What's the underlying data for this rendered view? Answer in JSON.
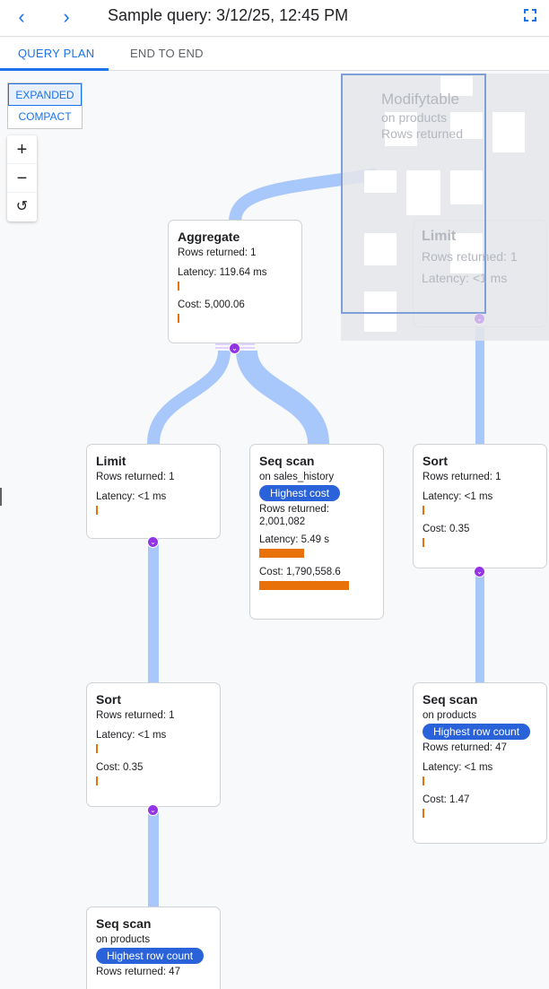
{
  "header": {
    "title": "Sample query: 3/12/25, 12:45 PM",
    "back_icon": "chevron-left-icon",
    "forward_icon": "chevron-right-icon",
    "fullscreen_icon": "fullscreen-icon"
  },
  "tabs": [
    {
      "label": "QUERY PLAN",
      "active": true
    },
    {
      "label": "END TO END",
      "active": false
    }
  ],
  "view_mode": {
    "options": [
      "EXPANDED",
      "COMPACT"
    ],
    "selected": "EXPANDED"
  },
  "zoom_controls": {
    "zoom_in": "+",
    "zoom_out": "−",
    "reset": "↺"
  },
  "colors": {
    "accent": "#1a73e8",
    "edge": "#a8c7fa",
    "bar": "#e8710a",
    "badge": "#2962d9",
    "expand": "#9334e6"
  },
  "ghost_nodes": {
    "modify": {
      "title": "Modifytable",
      "sub": "on products",
      "rows": "Rows returned"
    },
    "limit": {
      "title": "Limit",
      "rows": "Rows returned: 1",
      "latency": "Latency: <1 ms"
    }
  },
  "nodes": {
    "aggregate": {
      "title": "Aggregate",
      "rows": "Rows returned: 1",
      "latency": "Latency: 119.64 ms",
      "cost": "Cost: 5,000.06"
    },
    "limit": {
      "title": "Limit",
      "rows": "Rows returned: 1",
      "latency": "Latency: <1 ms"
    },
    "seq_sales": {
      "title": "Seq scan",
      "sub": "on sales_history",
      "badge": "Highest cost",
      "rows": "Rows returned:",
      "rows_value": "2,001,082",
      "latency": "Latency: 5.49 s",
      "cost": "Cost: 1,790,558.6"
    },
    "sort_right": {
      "title": "Sort",
      "rows": "Rows returned: 1",
      "latency": "Latency: <1 ms",
      "cost": "Cost: 0.35"
    },
    "sort_left": {
      "title": "Sort",
      "rows": "Rows returned: 1",
      "latency": "Latency: <1 ms",
      "cost": "Cost: 0.35"
    },
    "seq_products_right": {
      "title": "Seq scan",
      "sub": "on products",
      "badge": "Highest row count",
      "rows": "Rows returned: 47",
      "latency": "Latency: <1 ms",
      "cost": "Cost: 1.47"
    },
    "seq_products_bottom": {
      "title": "Seq scan",
      "sub": "on products",
      "badge": "Highest row count",
      "rows": "Rows returned: 47"
    }
  }
}
